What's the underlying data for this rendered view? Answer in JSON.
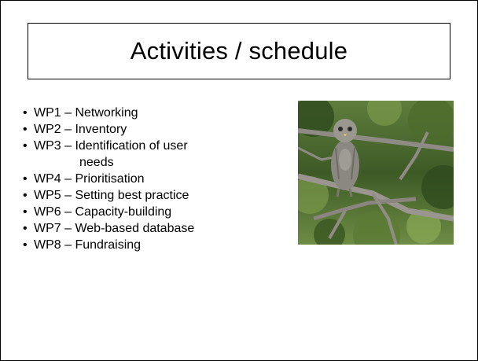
{
  "slide": {
    "title": "Activities / schedule",
    "bullets": [
      "WP1 – Networking",
      "WP2 – Inventory",
      "WP3 – Identification of user",
      "WP4 – Prioritisation",
      "WP5 – Setting best practice",
      "WP6 – Capacity-building",
      "WP7 – Web-based database",
      "WP8 – Fundraising"
    ],
    "bullet3_continuation": "needs",
    "bullet_symbol": "•",
    "photo_subject": "owl-photo"
  },
  "colors": {
    "border": "#000000",
    "background": "#ffffff",
    "foliage_dark": "#2f4a1e",
    "foliage_light": "#7a9a4a",
    "branch": "#8e8a84",
    "owl": "#8a8880"
  }
}
